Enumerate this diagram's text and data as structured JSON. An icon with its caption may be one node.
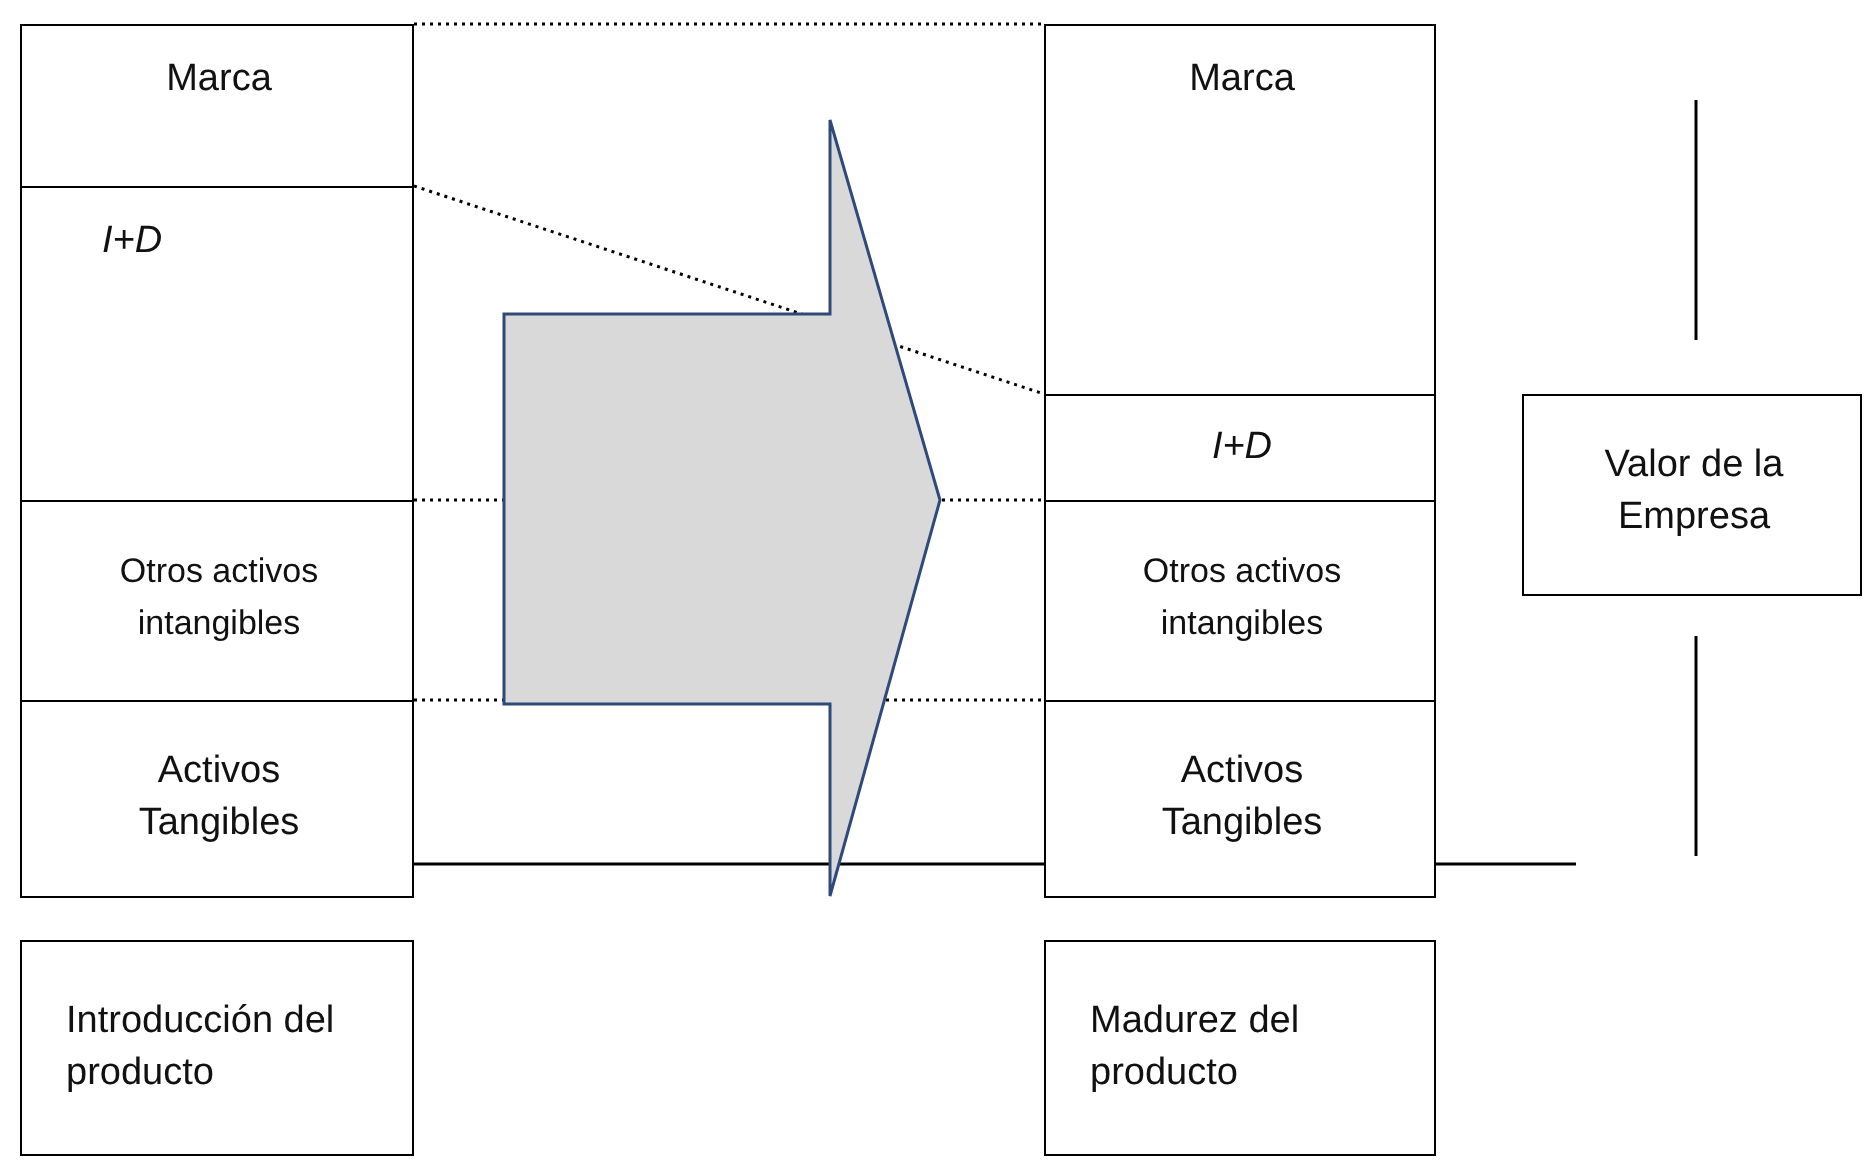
{
  "diagram": {
    "nodes": [
      {
        "text": [
          "Marca"
        ]
      },
      {
        "text": [
          "I+D"
        ]
      },
      {
        "text": [
          "Otros activos intangibles"
        ]
      },
      {
        "text": [
          "Activos Tangibles"
        ]
      },
      {
        "text": [
          "Marca"
        ]
      },
      {
        "text": [
          "I+D"
        ]
      },
      {
        "text": [
          "Otros activos intangibles"
        ]
      },
      {
        "text": [
          "Activos Tangibles"
        ]
      },
      {
        "text": [
          "Valor de la Empresa"
        ]
      },
      {
        "text": [
          "Introducción del producto"
        ]
      },
      {
        "text": [
          "Madurez del producto"
        ]
      }
    ],
    "edges": [
      {
        "from": 0,
        "to": 4,
        "arrow": "none",
        "style": "dashed"
      },
      {
        "from": 1,
        "to": 5,
        "arrow": "none",
        "style": "dashed"
      },
      {
        "from": 2,
        "to": 6,
        "arrow": "none",
        "style": "dashed"
      },
      {
        "from": 3,
        "to": 7,
        "arrow": "none",
        "style": "dashed"
      },
      {
        "from": 3,
        "to": 7,
        "arrow": "none"
      }
    ]
  }
}
